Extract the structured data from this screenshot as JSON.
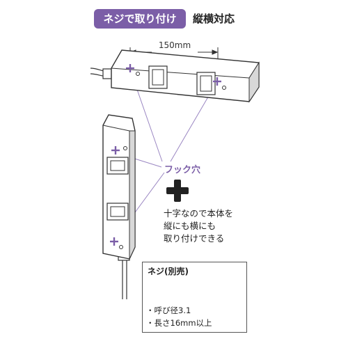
{
  "header": {
    "badge_label": "ネジで取り付け",
    "subtitle": "縦横対応"
  },
  "dimension_label": "150mm",
  "callout_label": "フック穴",
  "note_lines": [
    "十字なので本体を",
    "縦にも横にも",
    "取り付けできる"
  ],
  "screw_box": {
    "title": "ネジ(別売)",
    "specs": [
      "・呼び径3.1",
      "・長さ16mm以上"
    ]
  },
  "colors": {
    "accent": "#7b5ea7",
    "outline": "#333333",
    "body_fill": "#ffffff",
    "shadow_fill": "#d8d8d8"
  },
  "icons": [
    "cross-hole-icon",
    "plus-icon",
    "screw-icon"
  ]
}
